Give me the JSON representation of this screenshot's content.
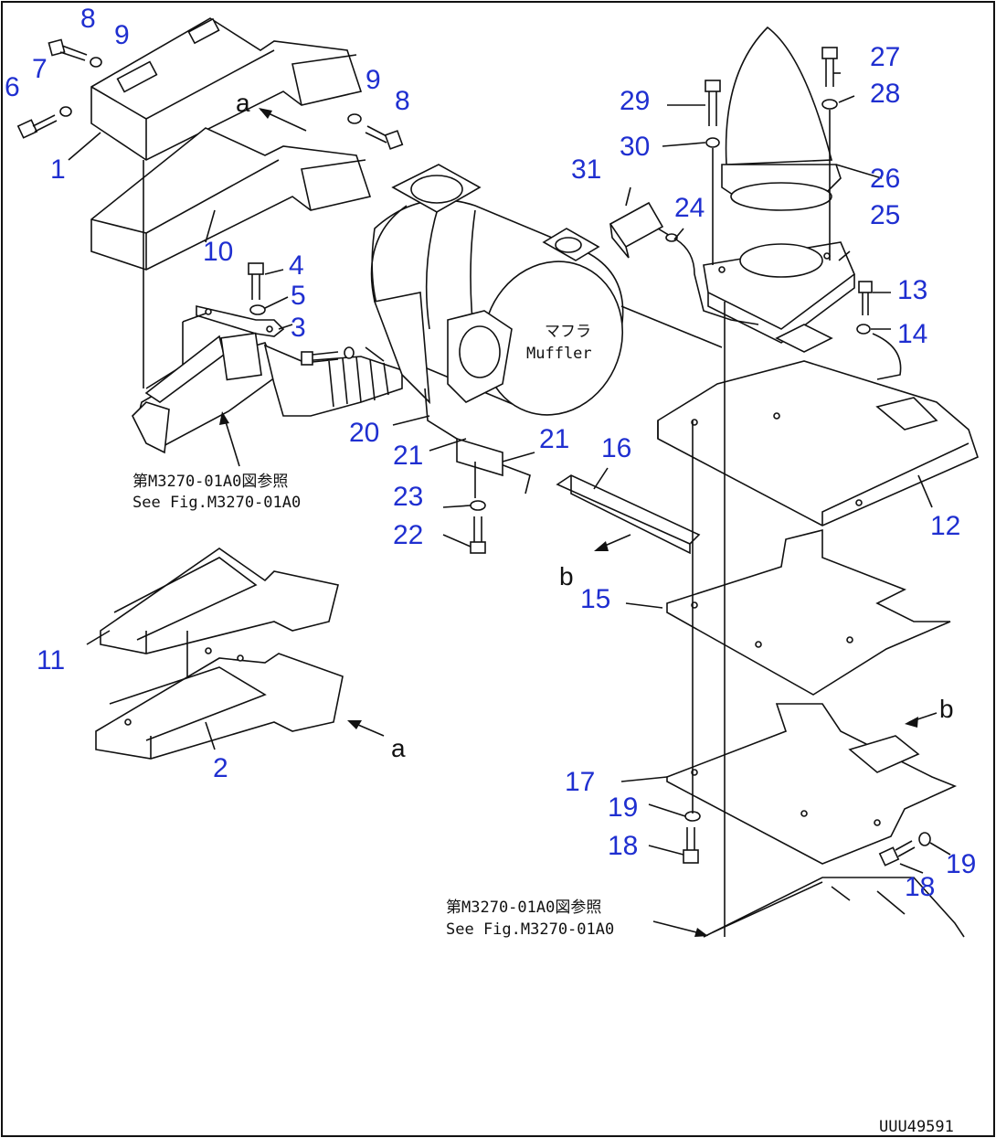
{
  "callouts": [
    {
      "id": "c1",
      "text": "1"
    },
    {
      "id": "c2",
      "text": "2"
    },
    {
      "id": "c3",
      "text": "3"
    },
    {
      "id": "c4",
      "text": "4"
    },
    {
      "id": "c5",
      "text": "5"
    },
    {
      "id": "c6",
      "text": "6"
    },
    {
      "id": "c7",
      "text": "7"
    },
    {
      "id": "c8a",
      "text": "8"
    },
    {
      "id": "c8b",
      "text": "8"
    },
    {
      "id": "c9a",
      "text": "9"
    },
    {
      "id": "c9b",
      "text": "9"
    },
    {
      "id": "c10",
      "text": "10"
    },
    {
      "id": "c11",
      "text": "11"
    },
    {
      "id": "c12",
      "text": "12"
    },
    {
      "id": "c13",
      "text": "13"
    },
    {
      "id": "c14",
      "text": "14"
    },
    {
      "id": "c15",
      "text": "15"
    },
    {
      "id": "c16",
      "text": "16"
    },
    {
      "id": "c17",
      "text": "17"
    },
    {
      "id": "c18a",
      "text": "18"
    },
    {
      "id": "c18b",
      "text": "18"
    },
    {
      "id": "c19a",
      "text": "19"
    },
    {
      "id": "c19b",
      "text": "19"
    },
    {
      "id": "c20",
      "text": "20"
    },
    {
      "id": "c21a",
      "text": "21"
    },
    {
      "id": "c21b",
      "text": "21"
    },
    {
      "id": "c22",
      "text": "22"
    },
    {
      "id": "c23",
      "text": "23"
    },
    {
      "id": "c24",
      "text": "24"
    },
    {
      "id": "c25",
      "text": "25"
    },
    {
      "id": "c26",
      "text": "26"
    },
    {
      "id": "c27",
      "text": "27"
    },
    {
      "id": "c28",
      "text": "28"
    },
    {
      "id": "c29",
      "text": "29"
    },
    {
      "id": "c30",
      "text": "30"
    },
    {
      "id": "c31",
      "text": "31"
    }
  ],
  "view_letters": [
    {
      "id": "a1",
      "text": "a"
    },
    {
      "id": "a2",
      "text": "a"
    },
    {
      "id": "b1",
      "text": "b"
    },
    {
      "id": "b2",
      "text": "b"
    }
  ],
  "muffler_label": {
    "jp": "マフラ",
    "en": "Muffler"
  },
  "ref_note_left": {
    "jp": "第M3270-01A0図参照",
    "en": "See Fig.M3270-01A0"
  },
  "ref_note_right": {
    "jp": "第M3270-01A0図参照",
    "en": "See Fig.M3270-01A0"
  },
  "drawing_id": "UUU49591"
}
